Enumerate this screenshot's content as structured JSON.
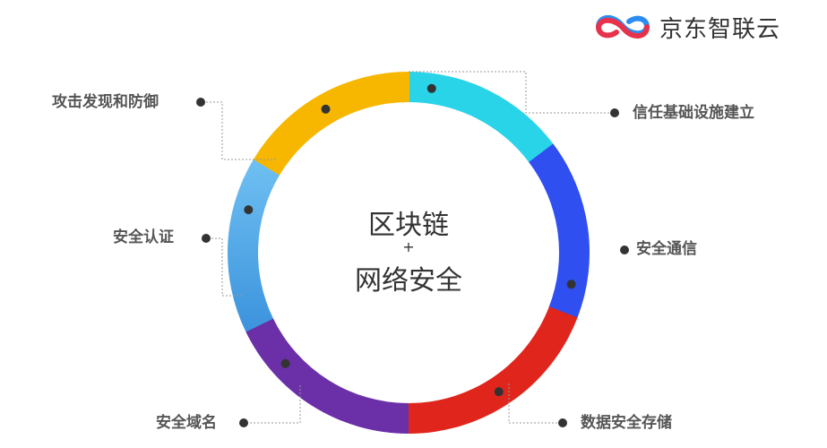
{
  "brand": {
    "name": "京东智联云"
  },
  "center": {
    "line1": "区块链",
    "plus": "+",
    "line2": "网络安全"
  },
  "segments": [
    {
      "label": "信任基础设施建立",
      "color": "#29D4E8"
    },
    {
      "label": "安全通信",
      "color": "#2F4FF0"
    },
    {
      "label": "数据安全存储",
      "color": "#E0261C"
    },
    {
      "label": "安全域名",
      "color": "#6B2FA8"
    },
    {
      "label": "安全认证",
      "color": "#49A3E2"
    },
    {
      "label": "攻击发现和防御",
      "color": "#F7B700"
    }
  ]
}
